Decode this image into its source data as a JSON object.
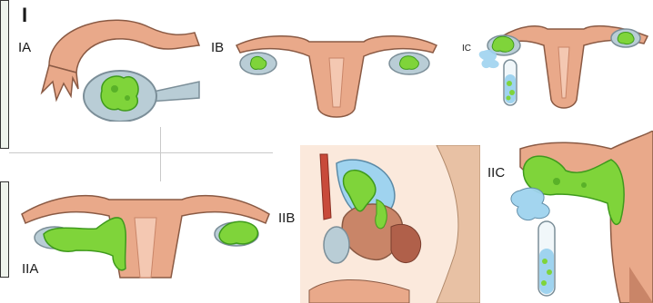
{
  "figure": {
    "stage_label": "I",
    "panels": [
      {
        "id": "IA",
        "label": "IA"
      },
      {
        "id": "IB",
        "label": "IB"
      },
      {
        "id": "IC",
        "label": "IC"
      },
      {
        "id": "IIA",
        "label": "IIA"
      },
      {
        "id": "IIB",
        "label": "IIB"
      },
      {
        "id": "IIC",
        "label": "IIC"
      }
    ]
  },
  "colors": {
    "tissue": "#e9a98a",
    "tissue_dark": "#c98568",
    "ovary": "#b9cdd6",
    "tumor": "#7fd43a",
    "tumor_dark": "#3f9a1d",
    "fluid": "#9fd3ef",
    "outline": "#8a5a44"
  }
}
